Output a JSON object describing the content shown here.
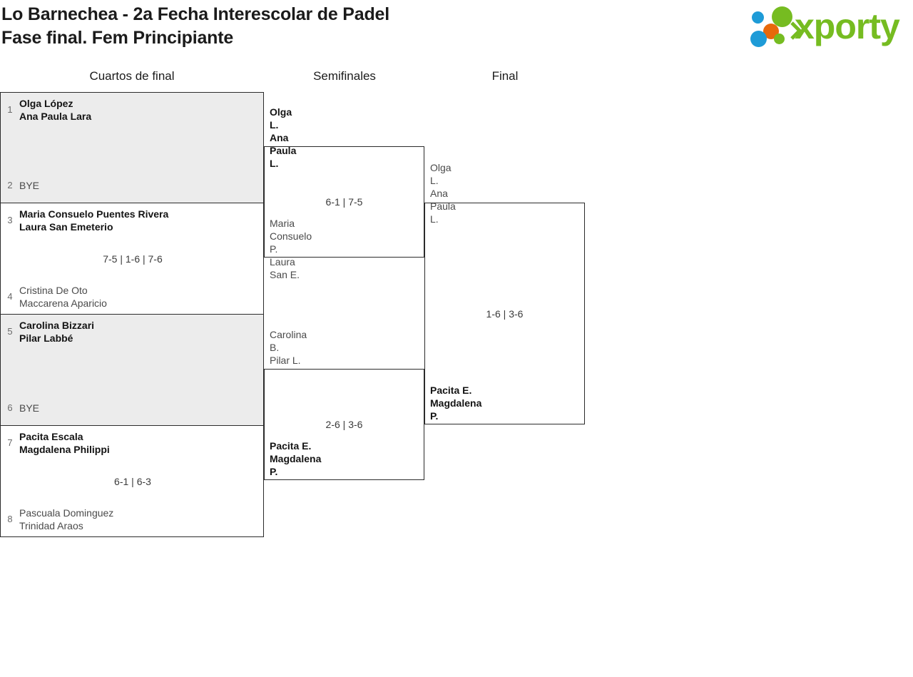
{
  "header": {
    "title_line1": "Lo Barnechea - 2a Fecha Interescolar de Padel",
    "title_line2": "Fase final. Fem Principiante"
  },
  "logo": {
    "wordmark": "xporty",
    "colors": {
      "green": "#76bc21",
      "blue": "#1e9bd7",
      "orange": "#e8690b"
    }
  },
  "rounds": [
    {
      "label": "Cuartos de final"
    },
    {
      "label": "Semifinales"
    },
    {
      "label": "Final"
    }
  ],
  "quarterfinals": [
    {
      "bye": true,
      "score": "",
      "top": {
        "seed": "1",
        "line1": "Olga López",
        "line2": "Ana Paula Lara",
        "result": "winner"
      },
      "bottom": {
        "seed": "2",
        "line1": "BYE",
        "line2": "",
        "result": "bye"
      }
    },
    {
      "bye": false,
      "score": "7-5 | 1-6 | 7-6",
      "top": {
        "seed": "3",
        "line1": "Maria Consuelo Puentes Rivera",
        "line2": "Laura San Emeterio",
        "result": "winner"
      },
      "bottom": {
        "seed": "4",
        "line1": "Cristina De Oto",
        "line2": "Maccarena Aparicio",
        "result": "loser"
      }
    },
    {
      "bye": true,
      "score": "",
      "top": {
        "seed": "5",
        "line1": "Carolina Bizzari",
        "line2": "Pilar Labbé",
        "result": "winner"
      },
      "bottom": {
        "seed": "6",
        "line1": "BYE",
        "line2": "",
        "result": "bye"
      }
    },
    {
      "bye": false,
      "score": "6-1 | 6-3",
      "top": {
        "seed": "7",
        "line1": "Pacita Escala",
        "line2": "Magdalena Philippi",
        "result": "winner"
      },
      "bottom": {
        "seed": "8",
        "line1": "Pascuala Dominguez",
        "line2": "Trinidad Araos",
        "result": "loser"
      }
    }
  ],
  "semifinals": [
    {
      "score": "6-1 | 7-5",
      "upper": {
        "line1": "Olga L.",
        "line2": "Ana Paula L.",
        "result": "winner"
      },
      "lower": {
        "line1": "Maria Consuelo P.",
        "line2": "Laura San E.",
        "result": "loser"
      }
    },
    {
      "score": "2-6 | 3-6",
      "upper": {
        "line1": "Carolina B.",
        "line2": "Pilar L.",
        "result": "loser"
      },
      "lower": {
        "line1": "Pacita E.",
        "line2": "Magdalena P.",
        "result": "winner"
      }
    }
  ],
  "final": [
    {
      "score": "1-6 | 3-6",
      "upper": {
        "line1": "Olga L.",
        "line2": "Ana Paula L.",
        "result": "loser"
      },
      "lower": {
        "line1": "Pacita E.",
        "line2": "Magdalena P.",
        "result": "winner"
      }
    }
  ]
}
